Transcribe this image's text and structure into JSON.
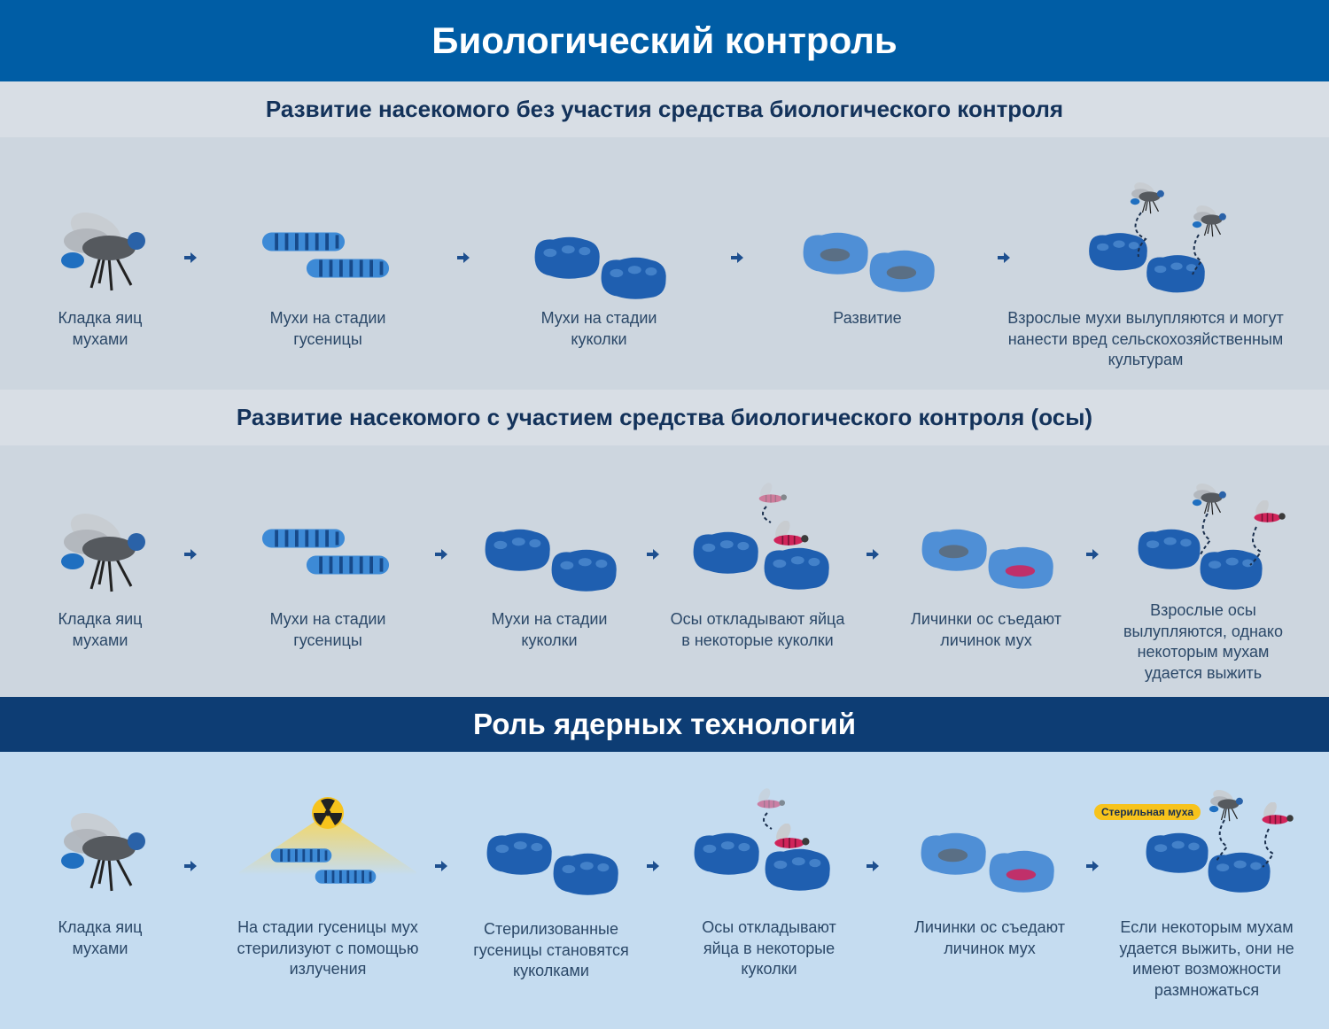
{
  "title": "Биологический контроль",
  "section1": {
    "title": "Развитие насекомого без участия средства биологического контроля",
    "steps": [
      "Кладка яиц\nмухами",
      "Мухи на стадии\nгусеницы",
      "Мухи на стадии\nкуколки",
      "Развитие",
      "Взрослые мухи вылупляются и могут\nнанести вред сельскохозяйственным\nкультурам"
    ]
  },
  "section2": {
    "title": "Развитие насекомого с участием средства биологического контроля (осы)",
    "steps": [
      "Кладка яиц\nмухами",
      "Мухи на стадии\nгусеницы",
      "Мухи на стадии\nкуколки",
      "Осы откладывают яйца\nв некоторые куколки",
      "Личинки ос съедают\nличинок мух",
      "Взрослые осы\nвылупляются, однако\nнекоторым мухам\nудается выжить"
    ]
  },
  "section3": {
    "title": "Роль ядерных технологий",
    "steps": [
      "Кладка яиц\nмухами",
      "На стадии гусеницы мух\nстерилизуют с помощью\nизлучения",
      "Стерилизованные\nгусеницы становятся\nкуколками",
      "Осы откладывают\nяйца в некоторые\nкуколки",
      "Личинки ос съедают\nличинок мух",
      "Если некоторым мухам\nудается выжить, они не\nимеют возможности\nразмножаться"
    ],
    "badge": "Стерильная муха"
  },
  "colors": {
    "header": "#005da5",
    "subheader": "#d8dee5",
    "panel": "#cdd6df",
    "nuclear_header": "#0d3d74",
    "nuclear_panel": "#c5dcf0",
    "insect_blue": "#1f5fb0",
    "wasp": "#d0245a",
    "badge": "#f7c31c"
  }
}
